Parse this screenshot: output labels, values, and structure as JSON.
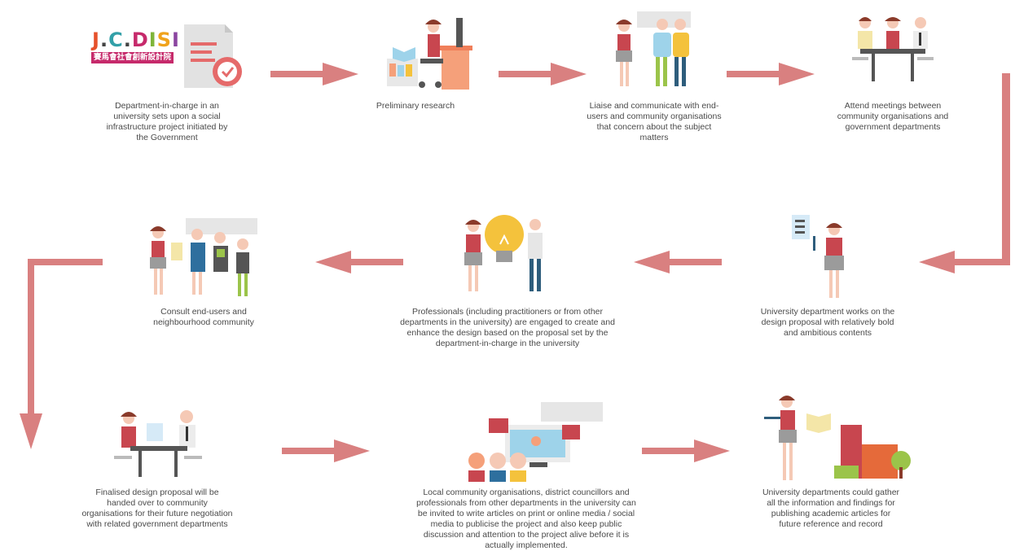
{
  "logo": {
    "latin": "J.C.DISI",
    "chinese": "賽馬會社會創新設計院"
  },
  "steps": [
    {
      "id": 1,
      "icon": "document-clock-icon",
      "text": "Department-in-charge in an university sets upon a social infrastructure project initiated by the Government"
    },
    {
      "id": 2,
      "icon": "desk-research-icon",
      "text": "Preliminary research"
    },
    {
      "id": 3,
      "icon": "community-group-icon",
      "text": "Liaise and communicate with end-users and community organisations that concern about the subject matters"
    },
    {
      "id": 4,
      "icon": "meeting-table-icon",
      "text": "Attend meetings between community organisations and government departments"
    },
    {
      "id": 5,
      "icon": "presenting-document-icon",
      "text": "University department works on the design proposal with relatively bold and ambitious contents"
    },
    {
      "id": 6,
      "icon": "lightbulb-idea-icon",
      "text": "Professionals (including practitioners or from other departments in the university) are engaged to create and enhance the design based on the proposal set by the department-in-charge in the university"
    },
    {
      "id": 7,
      "icon": "consultation-group-icon",
      "text": "Consult end-users and neighbourhood community"
    },
    {
      "id": 8,
      "icon": "handover-meeting-icon",
      "text": "Finalised design proposal will be handed over to community organisations for their future negotiation with related government departments"
    },
    {
      "id": 9,
      "icon": "media-publicity-icon",
      "text": "Local community organisations, district councillors and professionals from other departments in the university can be invited to write articles on print or online media / social media to publicise the project and also keep public discussion and attention to the project alive before it is actually implemented."
    },
    {
      "id": 10,
      "icon": "academic-publishing-icon",
      "text": "University departments could gather all the information and findings for publishing academic articles for future reference and record"
    }
  ],
  "colors": {
    "arrow": "#d98080",
    "caption": "#4a4a4a",
    "skin": "#f5c9b5",
    "hair": "#8a3a2a",
    "shirt": "#c8464f",
    "skirt": "#9b9b9b",
    "accent_orange": "#f5a07a",
    "accent_yellow": "#f4c23c",
    "accent_blue": "#9ed3ea",
    "accent_green": "#9bc44a",
    "logo_magenta": "#c62a6b"
  }
}
